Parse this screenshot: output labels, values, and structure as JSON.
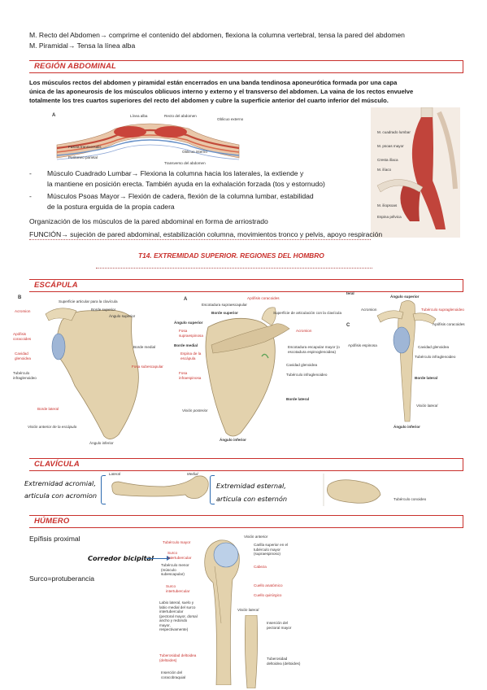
{
  "top_lines": [
    "M. Recto del Abdomen→ comprime el contenido del abdomen, flexiona la columna vertebral, tensa la pared del abdomen",
    "M. Piramidal→ Tensa la línea alba"
  ],
  "sections": {
    "abdominal": "REGIÓN ABDOMINAL",
    "escapula": "ESCÁPULA",
    "clavicula": "CLAVÍCULA",
    "humero": "HÚMERO"
  },
  "abdominal_paragraph": [
    "Los músculos rectos del abdomen y piramidal están encerrados en una banda tendinosa aponeurótica formada por una capa",
    "única de las aponeurosis de los músculos oblicuos interno y externo y el transverso del abdomen. La vaina de los rectos envuelve",
    "totalmente los tres cuartos superiores del recto del abdomen y cubre la superficie anterior del cuarto inferior del músculo."
  ],
  "abdominal_fig": {
    "letter": "A",
    "labels": [
      "Línea alba",
      "Recto del abdomen",
      "Oblicuo externo",
      "Fascia transversalis",
      "Peritoneo parietal",
      "Oblicuo interno",
      "Transverso del abdomen"
    ]
  },
  "psoas_fig": {
    "labels": [
      "M. cuadrado lumbar",
      "M. psoas mayor",
      "Cresta ilíaca",
      "M. ilíaco",
      "M. iliopsoas",
      "Espina pélvica"
    ]
  },
  "bullets": [
    "Músculo Cuadrado Lumbar→ Flexiona la columna hacia los laterales, la extiende y",
    "la mantiene en posición erecta. También ayuda en la exhalación forzada (tos y estornudo)",
    "Músculos Psoas Mayor→ Flexión de cadera, flexión de la columna lumbar, estabilidad",
    "de la postura erguida de la propia cadera"
  ],
  "plain_lines": [
    "Organización de los músculos de la pared abdominal en forma de arriostrado",
    "FUNCIÓN→ sujeción de pared abdominal, estabilización columna, movimientos tronco y pelvis, apoyo respiración"
  ],
  "chapter_title": "T14. EXTREMIDAD SUPERIOR. REGIONES DEL HOMBRO",
  "scapula_fig_b": {
    "letter": "B",
    "labels": [
      "Superficie articular para la clavícula",
      "Acromion",
      "Borde superior",
      "Ángulo superior",
      "Apófisis coracoides",
      "Cavidad glenoidea",
      "Borde medial",
      "Fosa subescapular",
      "Tubérculo infraglenoideo",
      "Borde lateral",
      "Visión anterior de la escápula",
      "Ángulo inferior"
    ]
  },
  "scapula_fig_a": {
    "letter": "A",
    "labels": [
      "Apófisis coracoides",
      "Escotadura supraescapular",
      "Superficie de articulación con la clavícula",
      "Borde superior",
      "Ángulo superior",
      "Fosa supraespinosa",
      "Acromion",
      "Borde medial",
      "Espina de la escápula",
      "Escotadura escapular mayor (o escotadura espinoglenoidea)",
      "Fosa infraespinosa",
      "Cavidad glenoidea",
      "Tubérculo infraglenoideo",
      "Borde lateral",
      "Visión posterior",
      "Ángulo inferior"
    ]
  },
  "scapula_fig_c": {
    "letters": [
      "teral",
      "C"
    ],
    "labels": [
      "Ángulo superior",
      "Acromion",
      "Tubérculo supraglenoideo",
      "Apófisis coracoides",
      "Apófisis espinosa",
      "Cavidad glenoidea",
      "Tubérculo infraglenoideo",
      "Borde lateral",
      "Visión lateral",
      "Ángulo inferior"
    ]
  },
  "clavicle": {
    "lateral": "Lateral",
    "medial": "Medial",
    "left_note": [
      "Extremidad acromial,",
      "articula con acromion"
    ],
    "right_note": [
      "Extremidad esternal,",
      "articula con esternón"
    ],
    "tubercle": "Tubérculo conoideo"
  },
  "humerus": {
    "left_text": [
      "Epífisis proximal",
      "Surco=protuberancia"
    ],
    "corredor": "Corredor bicipital",
    "labels": [
      "Visión anterior",
      "Tubérculo mayor",
      "Surco intertubercular",
      "Tubérculo menor (músculo subescapular)",
      "Surco intertubercular",
      "Labio lateral, suelo y labio medial del surco intertubercular (pectoral mayor, dorsal ancho y redondo mayor, respectivamente)",
      "Tuberosidad deltoidea (deltoides)",
      "Inserción del coracobraquial",
      "Carilla superior en el tubérculo mayor (supraespinoso)",
      "Cabeza",
      "Cuello anatómico",
      "Cuello quirúrgico",
      "Visión lateral",
      "Inserción del pectoral mayor",
      "Tuberosidad deltoidea (deltoides)"
    ]
  }
}
